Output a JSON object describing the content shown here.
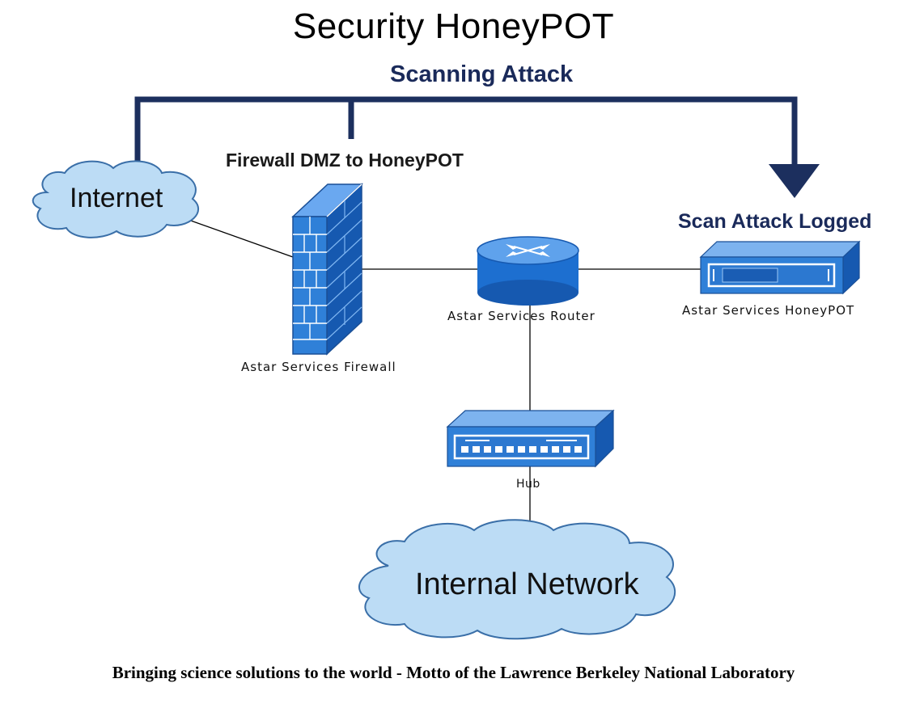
{
  "title": "Security HoneyPOT",
  "attack_label": "Scanning Attack",
  "firewall_heading": "Firewall DMZ to HoneyPOT",
  "logged_heading": "Scan Attack Logged",
  "nodes": {
    "internet": "Internet",
    "firewall": "Astar Services Firewall",
    "router": "Astar Services Router",
    "honeypot": "Astar Services HoneyPOT",
    "hub": "Hub",
    "internal_network": "Internal Network"
  },
  "footer": "Bringing science solutions to the world - Motto of the Lawrence Berkeley National Laboratory",
  "colors": {
    "attack_line": "#1c2f5e",
    "device_blue": "#2f80d8",
    "device_dark": "#1659b0",
    "cloud_fill": "#bcdcf5",
    "cloud_stroke": "#3a6fa8"
  }
}
